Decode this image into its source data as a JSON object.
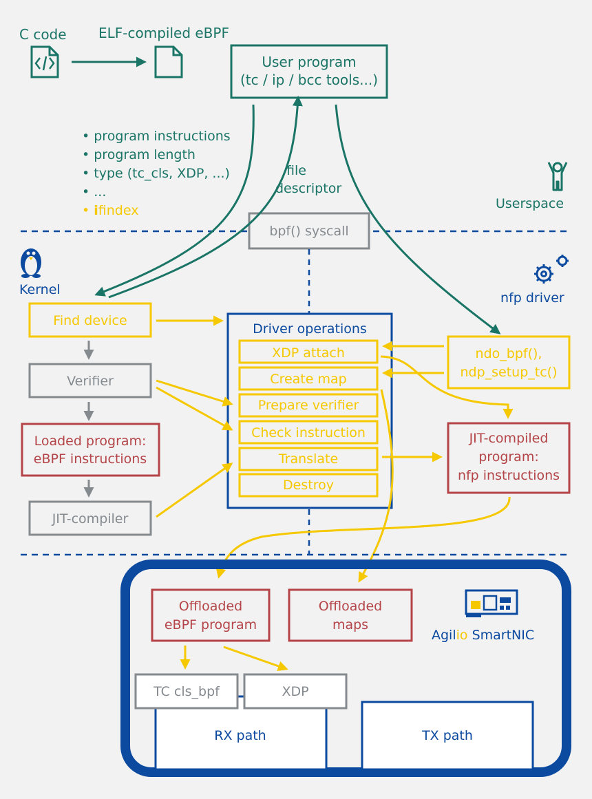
{
  "colors": {
    "teal": "#1a7566",
    "yellow": "#f5c800",
    "gray": "#858a8f",
    "red": "#b44448",
    "blue": "#0c4aa0",
    "background": "#f2f2f2"
  },
  "top": {
    "c_code_label": "C code",
    "elf_label": "ELF-compiled eBPF",
    "user_program_line1": "User program",
    "user_program_line2": "(tc / ip / bcc tools...)",
    "syscall_items": [
      "program instructions",
      "program length",
      "type (tc_cls, XDP, ...)",
      "..."
    ],
    "ifindex_bold": "i",
    "ifindex_rest": "findex",
    "file_descriptor_line1": "file",
    "file_descriptor_line2": "descriptor",
    "userspace_label": "Userspace",
    "bpf_syscall": "bpf() syscall"
  },
  "kernel": {
    "label": "Kernel",
    "find_device": "Find device",
    "verifier": "Verifier",
    "loaded_program_line1": "Loaded program:",
    "loaded_program_line2": "eBPF instructions",
    "jit_compiler": "JIT-compiler"
  },
  "driver": {
    "label": "nfp driver",
    "operations_title": "Driver operations",
    "operations": [
      "XDP attach",
      "Create map",
      "Prepare verifier",
      "Check instruction",
      "Translate",
      "Destroy"
    ],
    "ndo_line1": "ndo_bpf(),",
    "ndo_line2": "ndp_setup_tc()",
    "jit_compiled_line1": "JIT-compiled",
    "jit_compiled_line2": "program:",
    "jit_compiled_line3": "nfp instructions"
  },
  "smartnic": {
    "offloaded_program_line1": "Offloaded",
    "offloaded_program_line2": "eBPF program",
    "offloaded_maps_line1": "Offloaded",
    "offloaded_maps_line2": "maps",
    "brand_part1": "Agil",
    "brand_part2": "io",
    "brand_part3": " SmartNIC",
    "tc_cls_bpf": "TC cls_bpf",
    "xdp": "XDP",
    "rx_path": "RX path",
    "tx_path": "TX path"
  }
}
